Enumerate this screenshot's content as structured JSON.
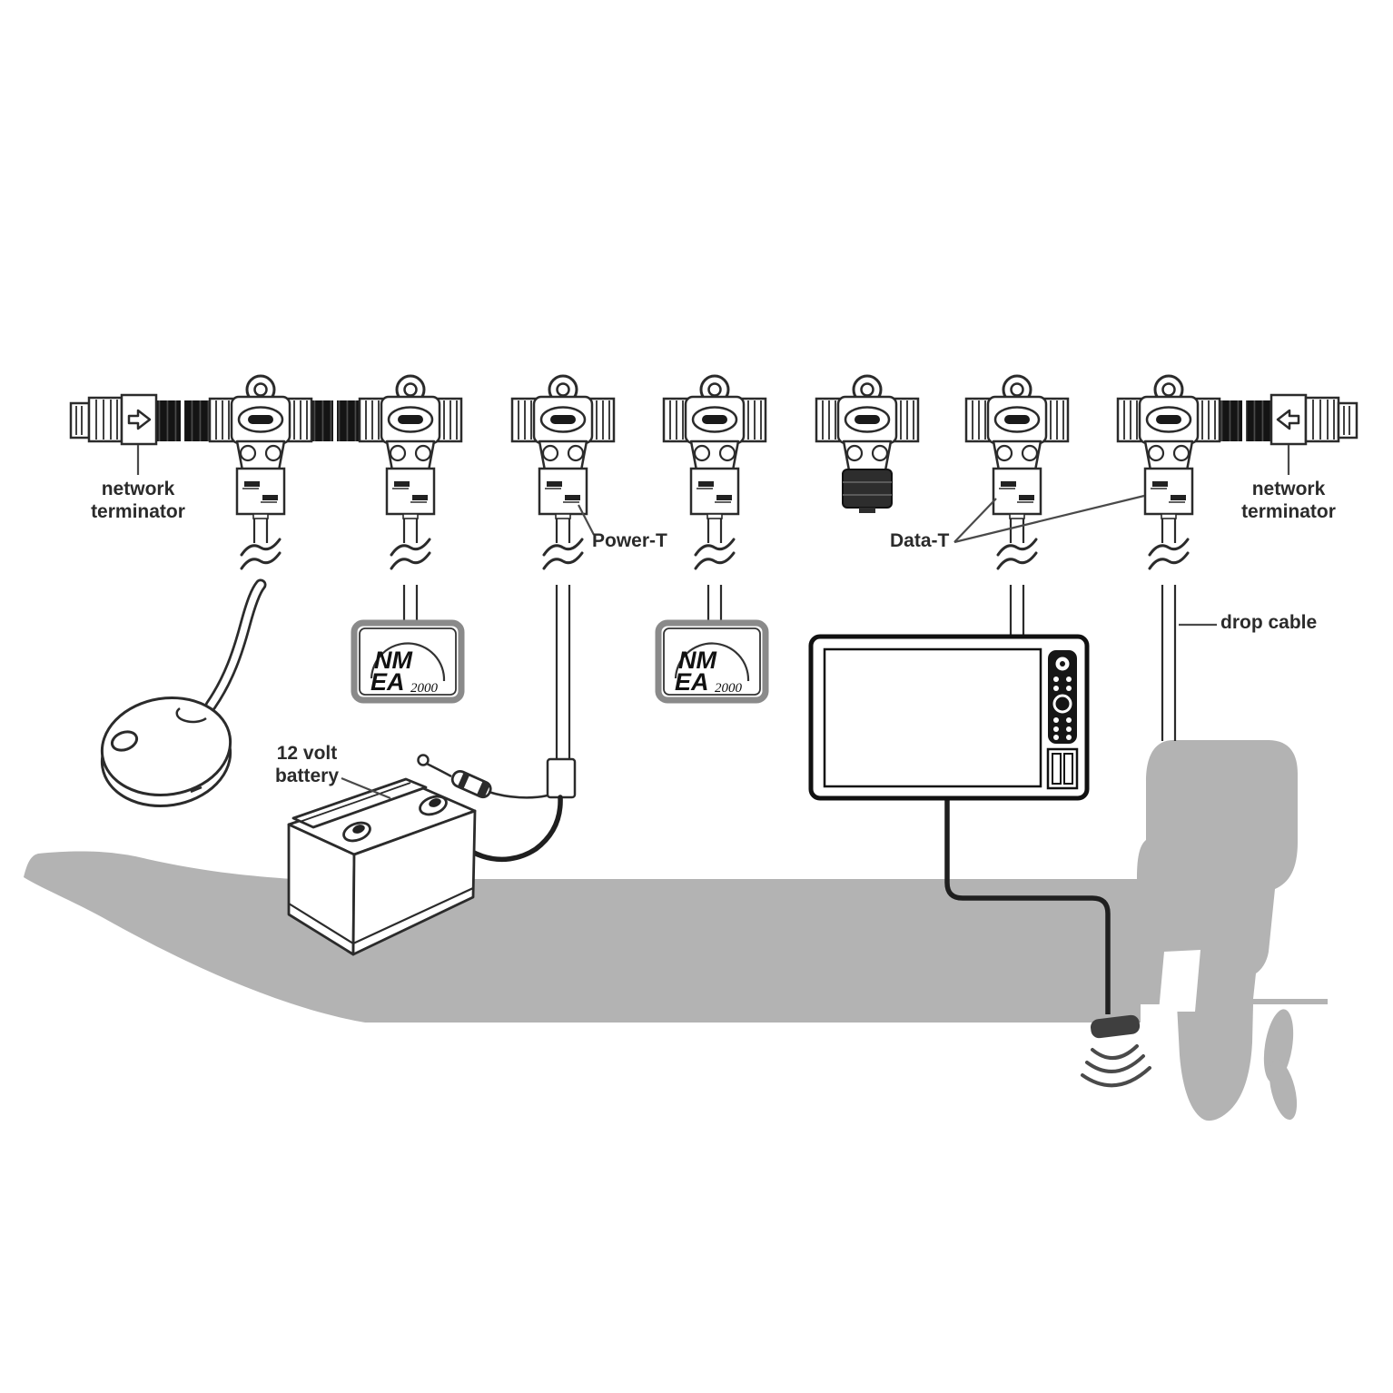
{
  "diagram_type": "NMEA 2000 marine network installation diagram",
  "labels": {
    "terminator_left": "network terminator",
    "terminator_right": "network terminator",
    "power_t": "Power-T",
    "data_t": "Data-T",
    "drop_cable": "drop cable",
    "battery": "12 volt battery"
  },
  "nmea_logo": {
    "top": "NM",
    "bottom": "EA",
    "year": "2000"
  },
  "backbone": {
    "t_connector_count": 7,
    "terminator_count": 2,
    "capped_drop_port_index": 5,
    "left_arrow_direction": "right",
    "right_arrow_direction": "left"
  },
  "connected_devices": [
    "gps-antenna-puck",
    "nmea2000-device-1",
    "battery-power-feed",
    "nmea2000-device-2",
    "chartplotter-display",
    "outboard-motor-drop"
  ],
  "colors": {
    "ink": "#2b2b2b",
    "cable_black": "#161616",
    "silhouette_gray": "#b3b3b3",
    "transducer_dark": "#3f3f3f",
    "nmea_border_gray": "#8a8a8a",
    "background": "#ffffff"
  }
}
